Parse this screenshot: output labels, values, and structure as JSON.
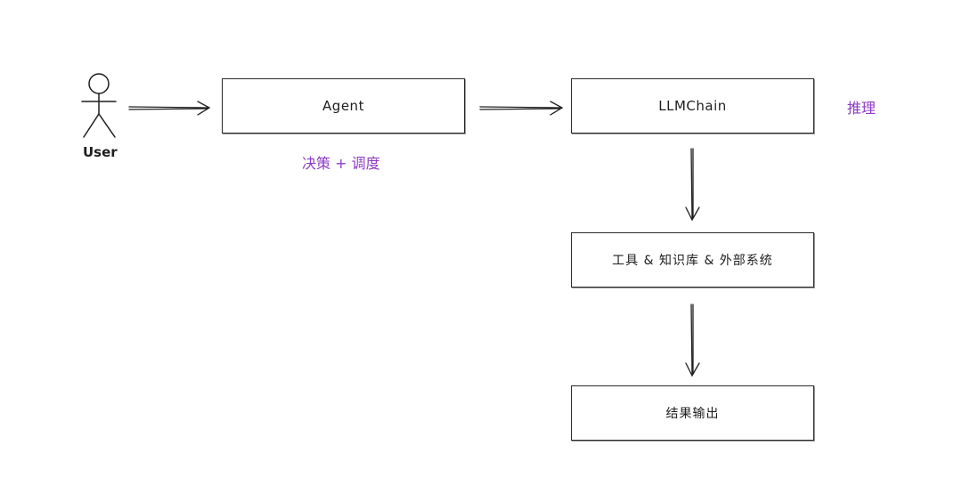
{
  "diagram": {
    "user": {
      "label": "User"
    },
    "agent": {
      "label": "Agent",
      "note": "决策 + 调度"
    },
    "llmchain": {
      "label": "LLMChain",
      "note": "推理"
    },
    "tools": {
      "label": "工具 & 知识库 & 外部系统"
    },
    "result": {
      "label": "结果输出"
    },
    "colors": {
      "stroke": "#1e1e1e",
      "annotation": "#8e3cc4"
    }
  }
}
